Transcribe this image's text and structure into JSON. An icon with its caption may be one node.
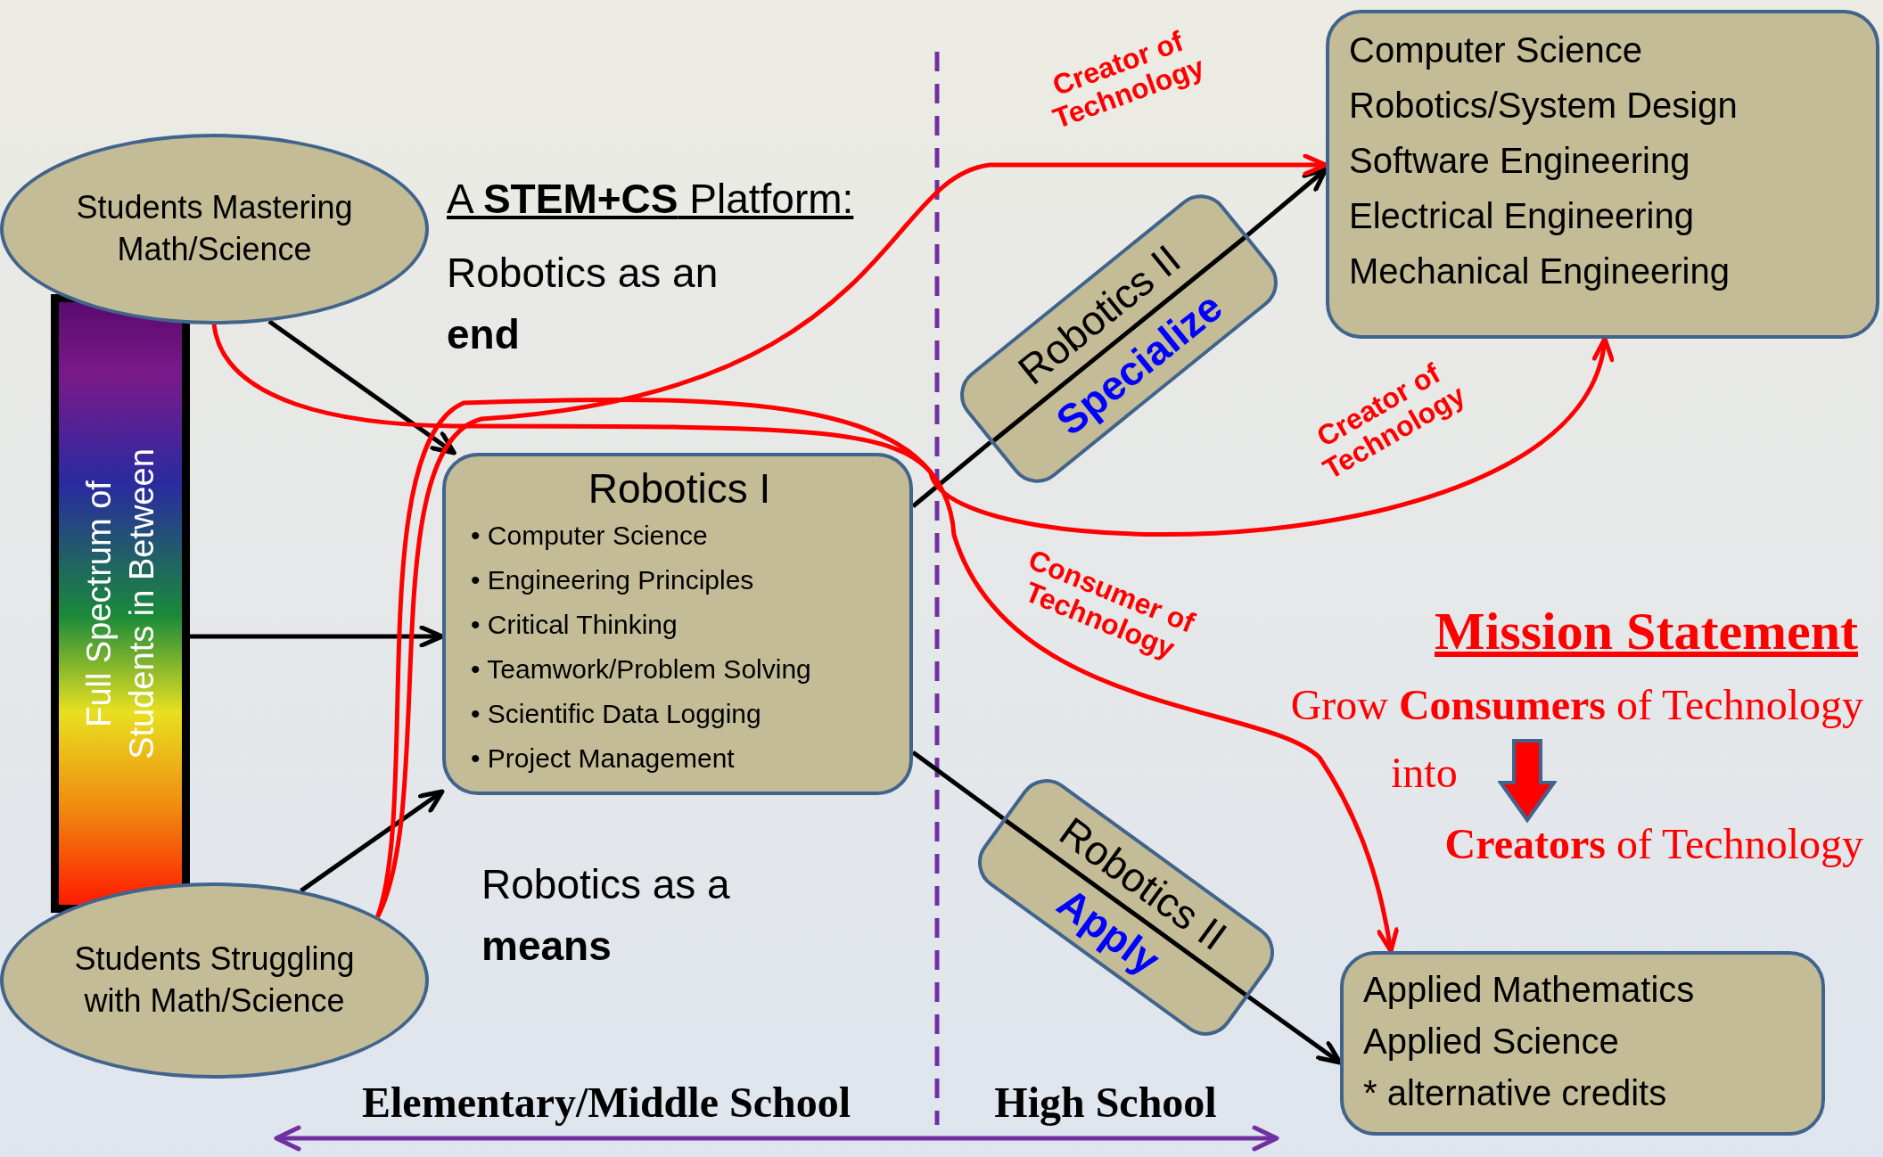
{
  "diagram": {
    "nodes": [
      {
        "text": [
          "Students Mastering Math/Science"
        ]
      },
      {
        "text": [
          "Full Spectrum of Students in Between"
        ]
      },
      {
        "text": [
          "Students Struggling with Math/Science"
        ]
      },
      {
        "text": [
          "Robotics I",
          "• Computer Science",
          "• Engineering Principles",
          "• Critical Thinking",
          "• Teamwork/Problem Solving",
          "• Scientific Data Logging",
          "• Project Management"
        ]
      },
      {
        "text": [
          "Robotics II",
          "Specialize"
        ]
      },
      {
        "text": [
          "Robotics II",
          "Apply"
        ]
      },
      {
        "text": [
          "Computer Science",
          "Robotics/System Design",
          "Software Engineering",
          "Electrical Engineering",
          "Mechanical Engineering"
        ]
      },
      {
        "text": [
          "Applied Mathematics",
          "Applied Science",
          "* alternative credits"
        ]
      }
    ],
    "edges": [
      {
        "from": 0,
        "to": 3,
        "arrow": "to"
      },
      {
        "from": 1,
        "to": 3,
        "arrow": "to"
      },
      {
        "from": 2,
        "to": 3,
        "arrow": "to"
      },
      {
        "from": 3,
        "to": 4,
        "arrow": "none"
      },
      {
        "from": 4,
        "to": 6,
        "arrow": "to"
      },
      {
        "from": 3,
        "to": 5,
        "arrow": "none"
      },
      {
        "from": 5,
        "to": 7,
        "arrow": "to"
      },
      {
        "from": 2,
        "to": 6,
        "arrow": "to",
        "label": "Creator of Technology",
        "color": "#ff0000"
      },
      {
        "from": 0,
        "to": 6,
        "arrow": "to",
        "label": "Creator of Technology",
        "color": "#ff0000"
      },
      {
        "from": 2,
        "to": 7,
        "arrow": "to",
        "label": "Consumer of Technology",
        "color": "#ff0000"
      }
    ],
    "labels": [
      "A **STEM+CS** Platform:",
      "Robotics as an **end**",
      "Robotics as a **means**",
      "Mission Statement",
      "Grow **Consumers** of Technology",
      "into",
      "**Creators** of Technology",
      "Elementary/Middle School",
      "High School"
    ]
  }
}
